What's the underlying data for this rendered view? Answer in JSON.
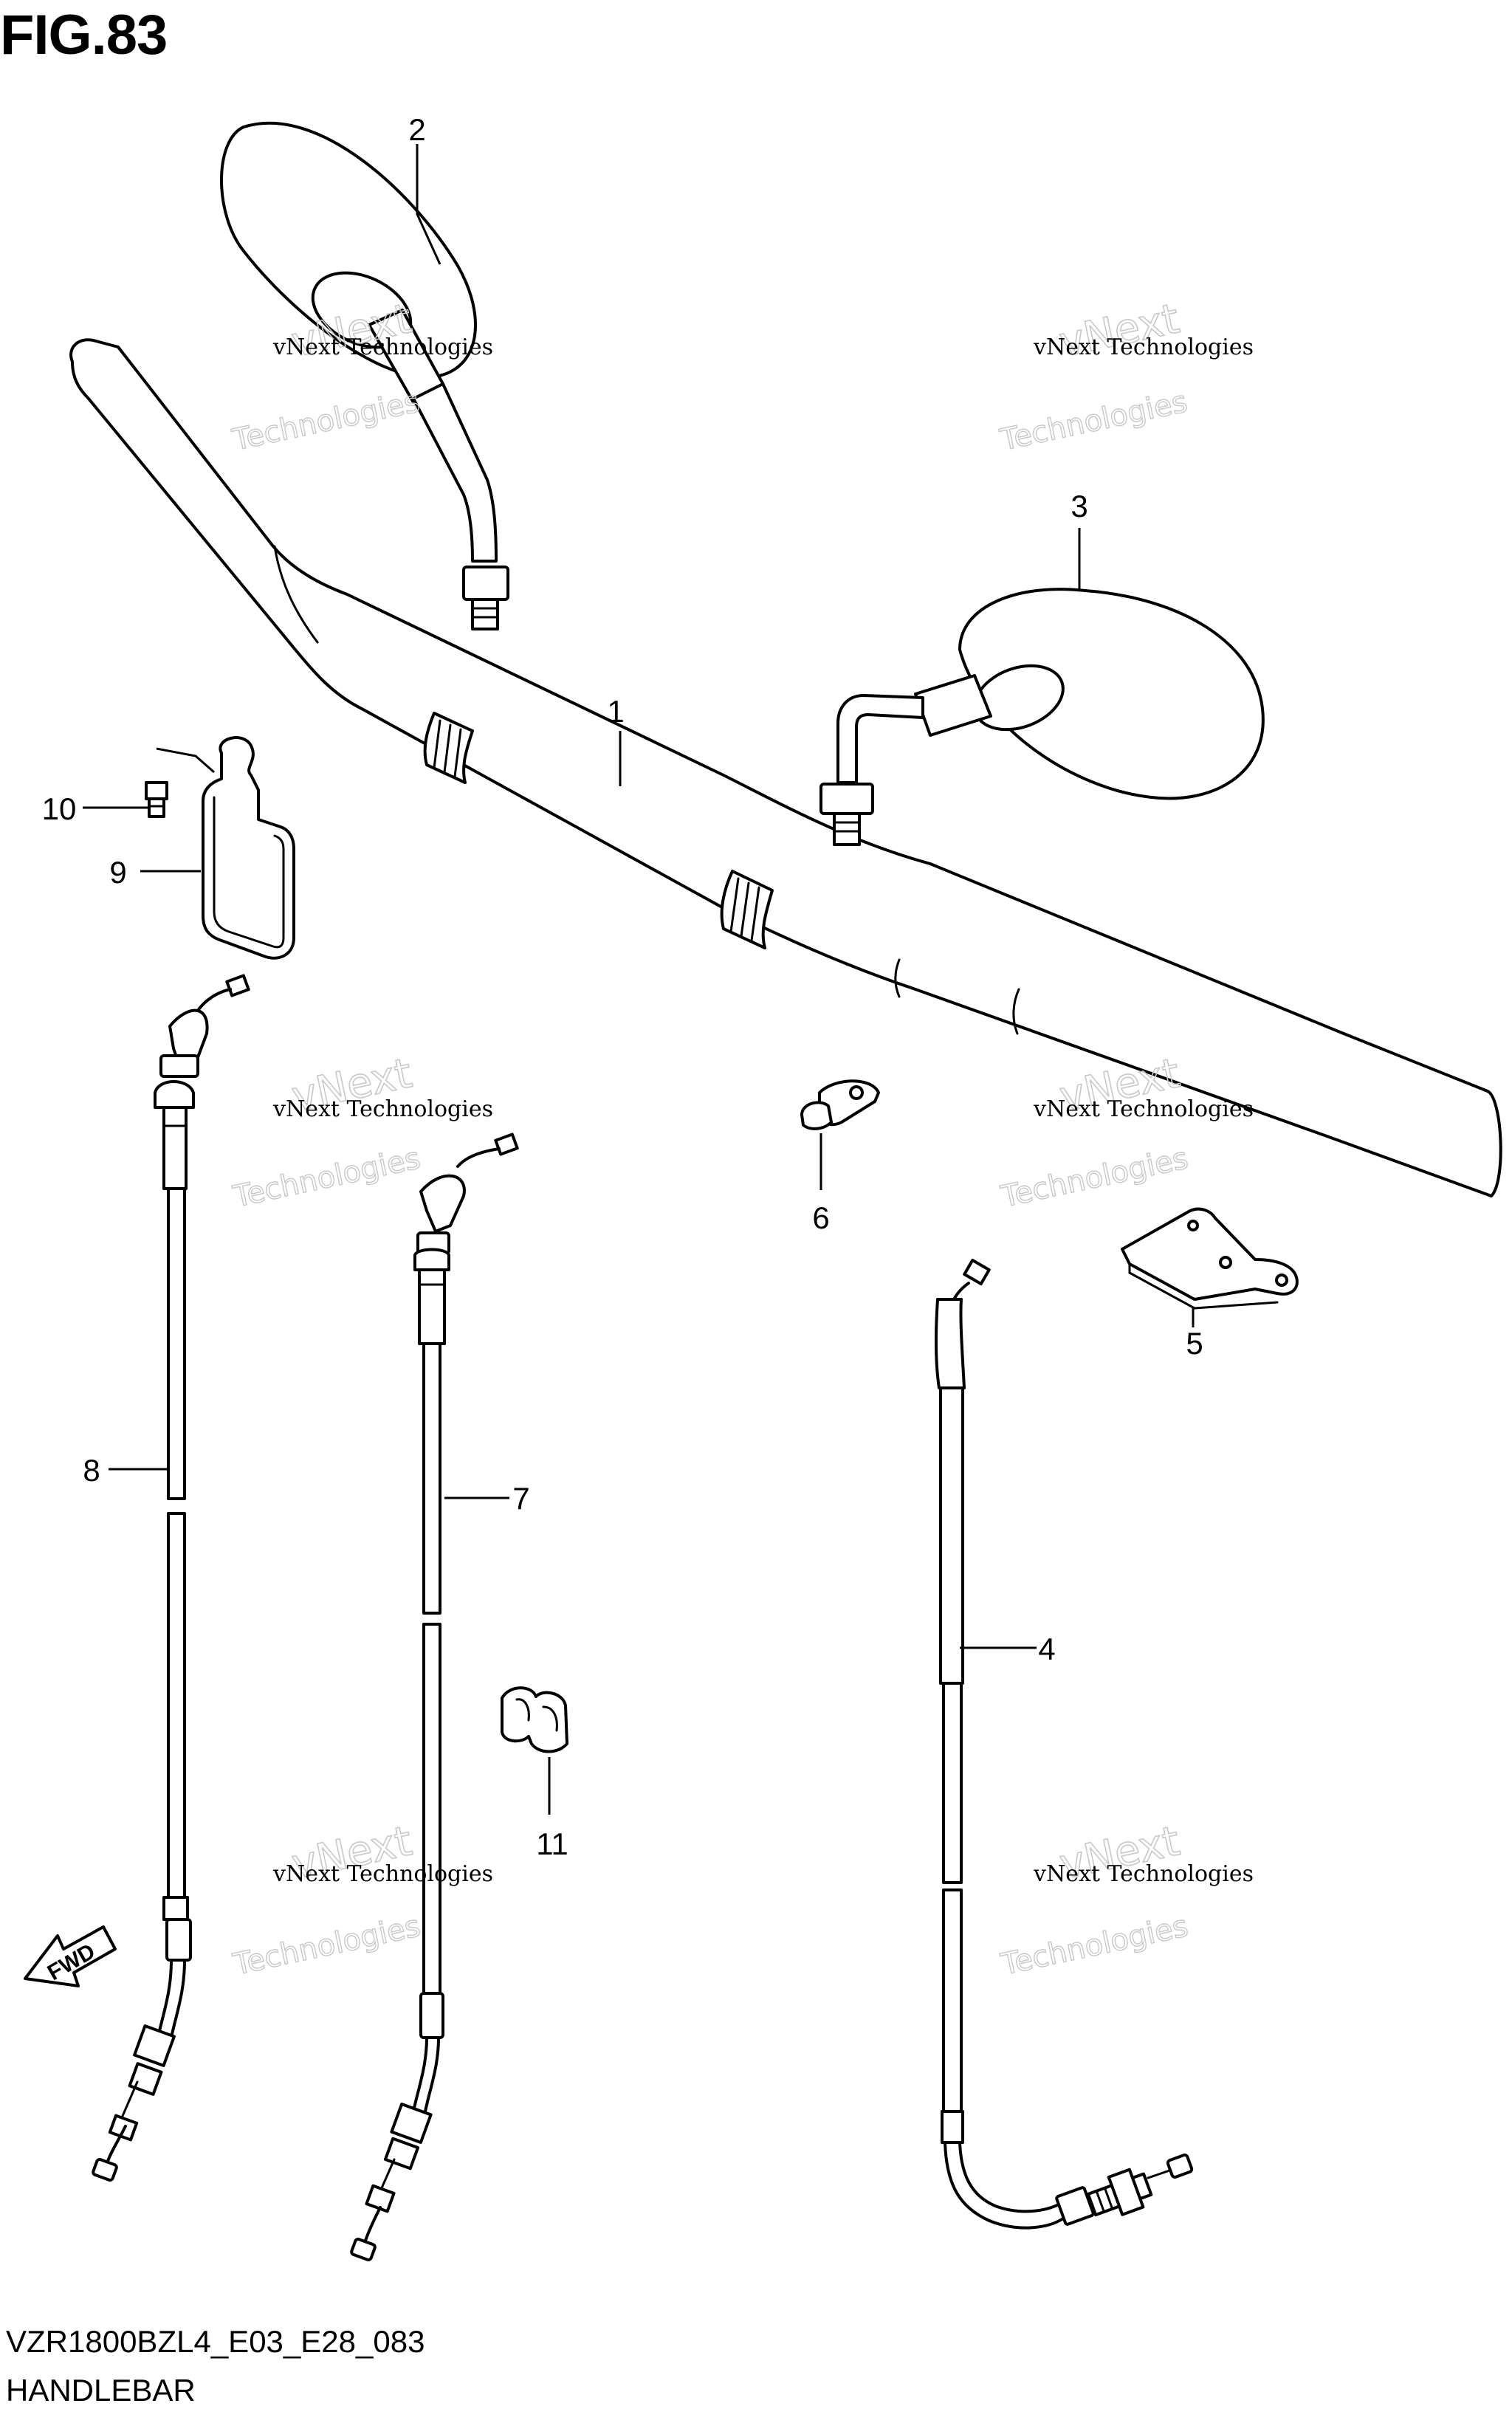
{
  "figure": {
    "title": "FIG.83",
    "model_code": "VZR1800BZL4_E03_E28_083",
    "section_name": "HANDLEBAR"
  },
  "parts": [
    {
      "ref": "1",
      "label": "1"
    },
    {
      "ref": "2",
      "label": "2"
    },
    {
      "ref": "3",
      "label": "3"
    },
    {
      "ref": "4",
      "label": "4"
    },
    {
      "ref": "5",
      "label": "5"
    },
    {
      "ref": "6",
      "label": "6"
    },
    {
      "ref": "7",
      "label": "7"
    },
    {
      "ref": "8",
      "label": "8"
    },
    {
      "ref": "9",
      "label": "9"
    },
    {
      "ref": "10",
      "label": "10"
    },
    {
      "ref": "11",
      "label": "11"
    }
  ],
  "direction_marker": {
    "label": "FWD"
  },
  "watermark": {
    "line1": "vNext Technologies",
    "line2": "vNext",
    "line3": "Technologies"
  }
}
